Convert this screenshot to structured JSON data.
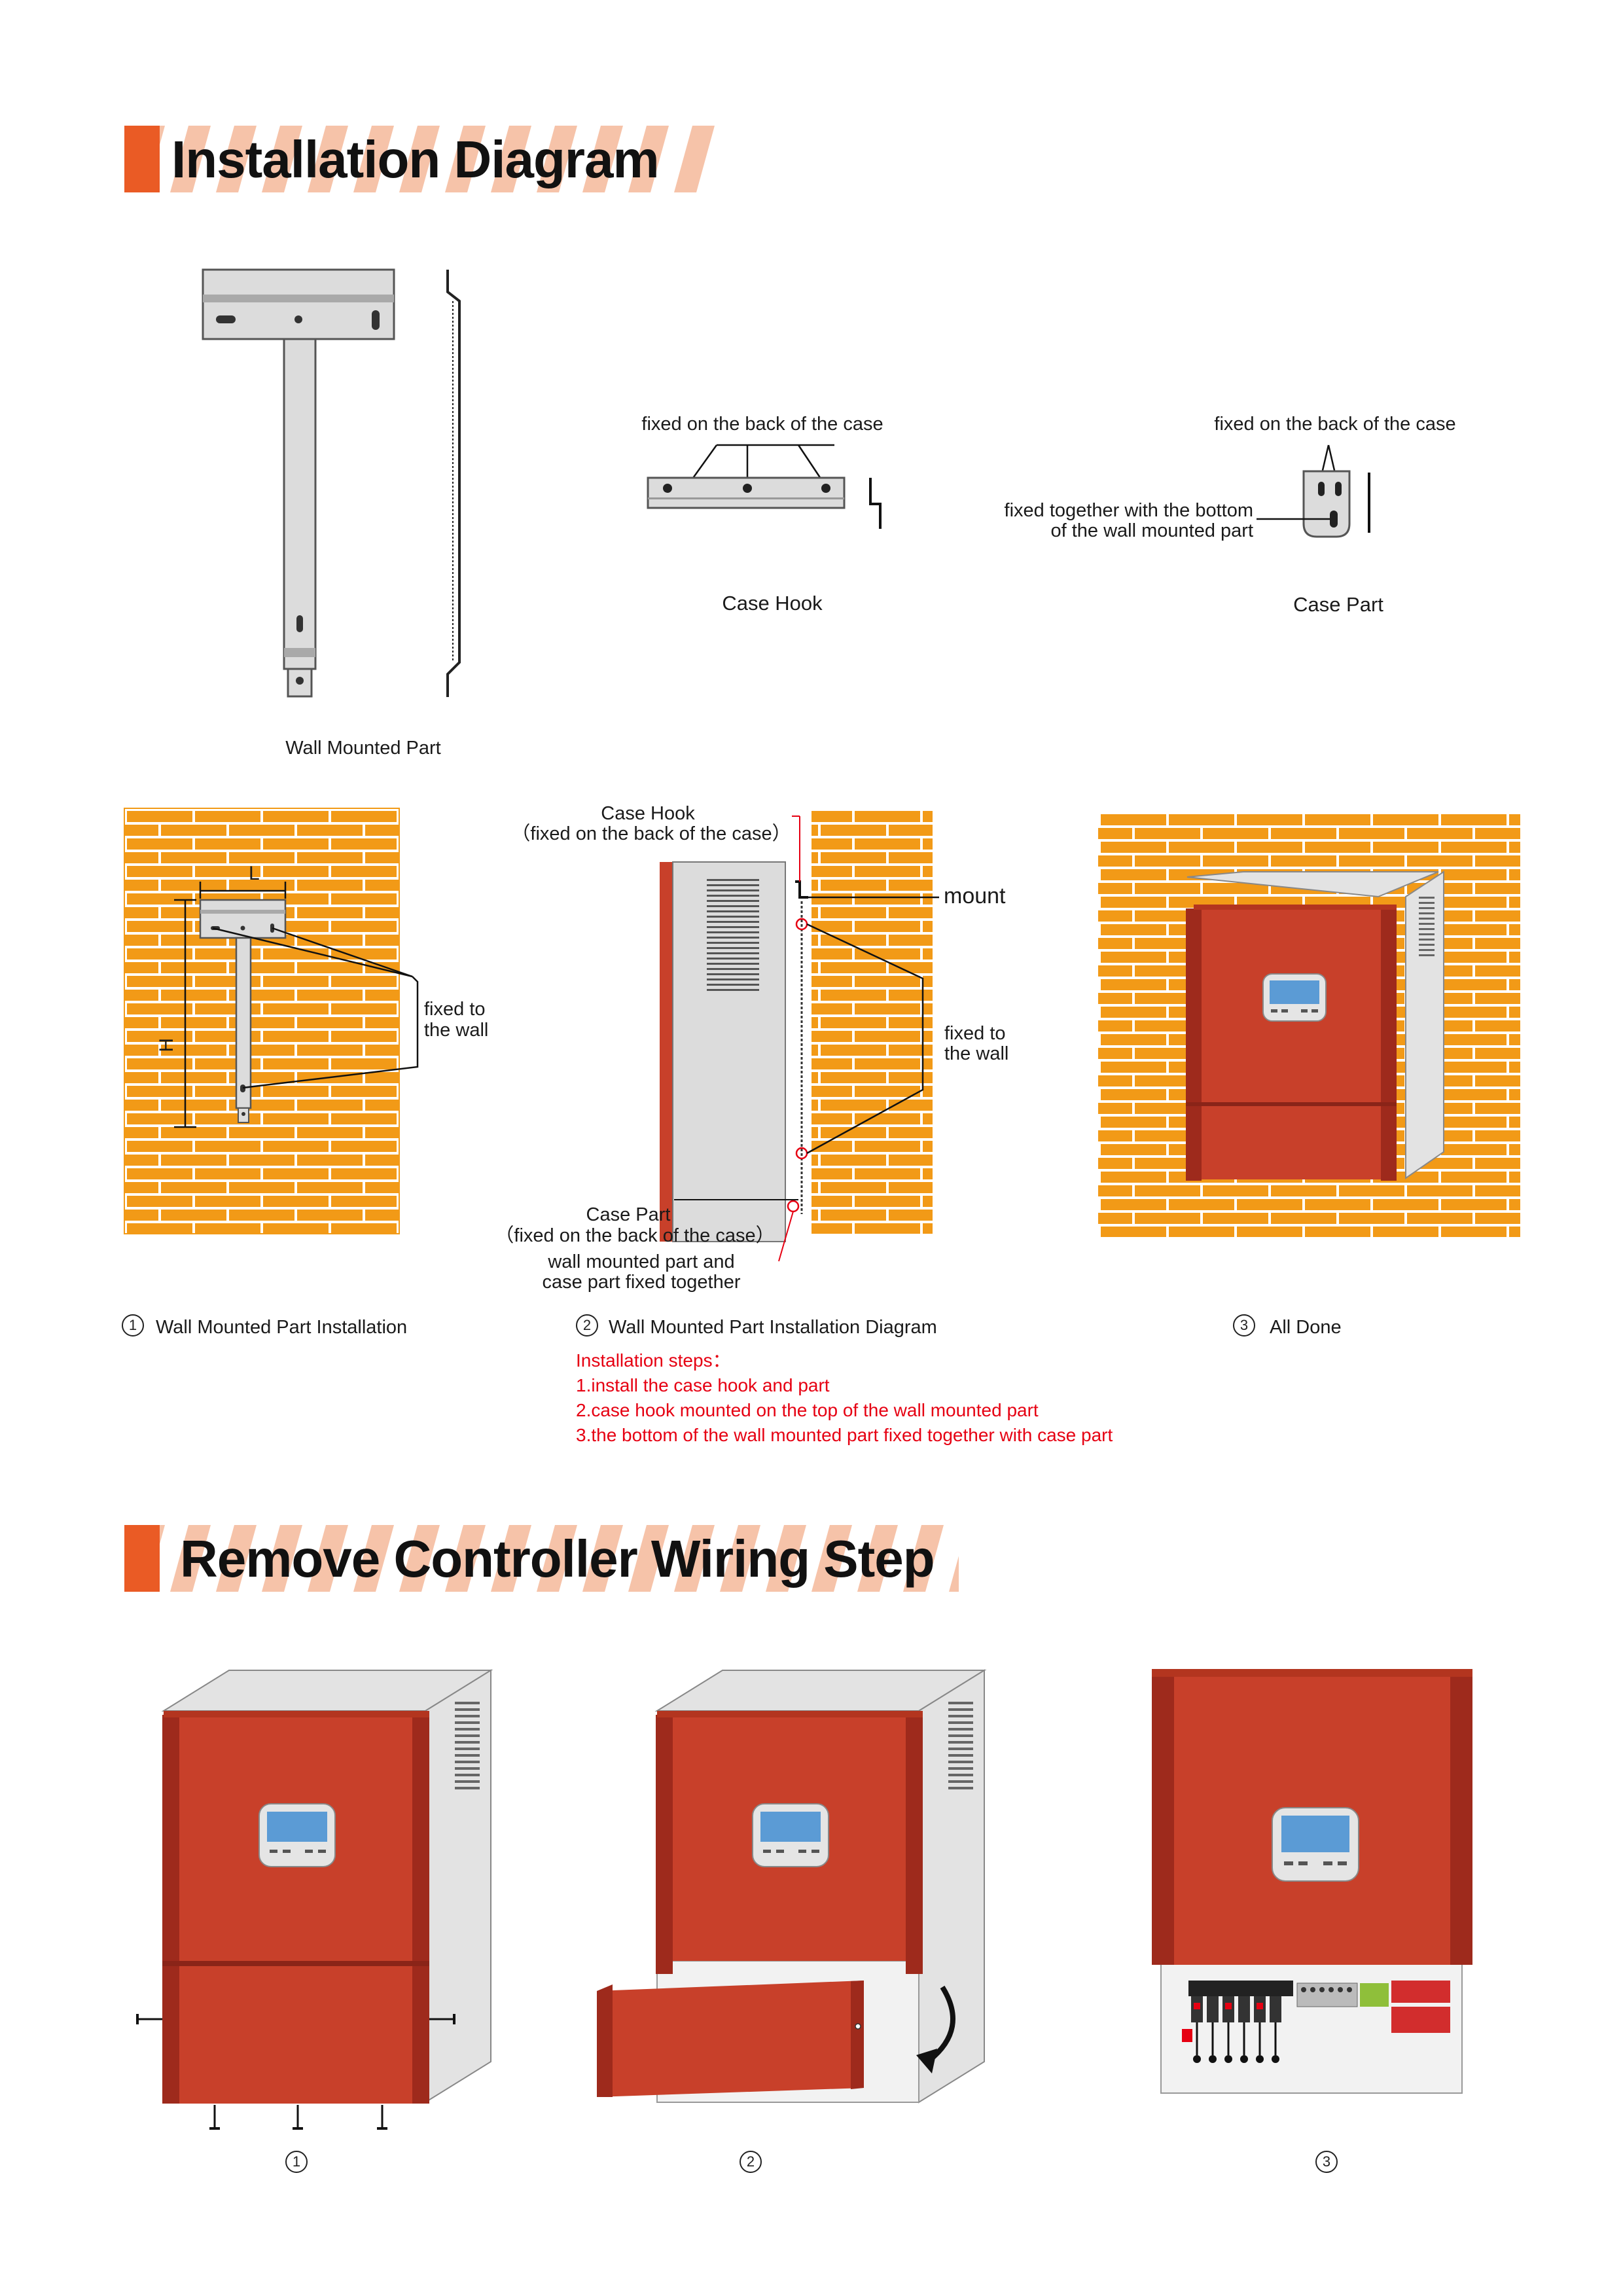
{
  "section1": {
    "title": "Installation Diagram",
    "labels": {
      "wall_mounted_part": "Wall Mounted Part",
      "case_hook_fixed_note": "fixed on the back of the case",
      "case_hook": "Case Hook",
      "case_part_fixed_note": "fixed on the back of the case",
      "case_part_bottom_note_line1": "fixed together with the bottom",
      "case_part_bottom_note_line2": "of the wall mounted part",
      "case_part": "Case Part",
      "dim_L": "L",
      "dim_H": "H",
      "fixed_to_wall_1_line1": "fixed to",
      "fixed_to_wall_1_line2": "the wall",
      "case_hook_callout_line1": "Case Hook",
      "case_hook_callout_line2": "（fixed on the back of the case）",
      "mount": "mount",
      "fixed_to_wall_2_line1": "fixed to",
      "fixed_to_wall_2_line2": "the wall",
      "case_part_callout_line1": "Case Part",
      "case_part_callout_line2": "（fixed on the back of the case）",
      "together_line1": "wall mounted part and",
      "together_line2": "case part fixed together"
    },
    "steps_captions": [
      {
        "num": "1",
        "text": "Wall Mounted Part Installation"
      },
      {
        "num": "2",
        "text": "Wall Mounted Part Installation Diagram"
      },
      {
        "num": "3",
        "text": "All Done"
      }
    ],
    "installation_steps": {
      "heading": "Installation steps：",
      "items": [
        "1.install the case hook and part",
        "2.case hook mounted on the top of the wall mounted part",
        "3.the bottom of the wall mounted part fixed together with case part"
      ]
    }
  },
  "section2": {
    "title": "Remove Controller Wiring Step",
    "step_numbers": [
      "1",
      "2",
      "3"
    ]
  },
  "colors": {
    "accent_orange": "#ea5b25",
    "stripe": "#f6c3a9",
    "brick": "#f29a17",
    "mortar": "#ffffff",
    "case_red": "#c8402a",
    "case_dark": "#9e2a1c",
    "metal": "#d9d9d9",
    "note_red": "#e60012"
  }
}
